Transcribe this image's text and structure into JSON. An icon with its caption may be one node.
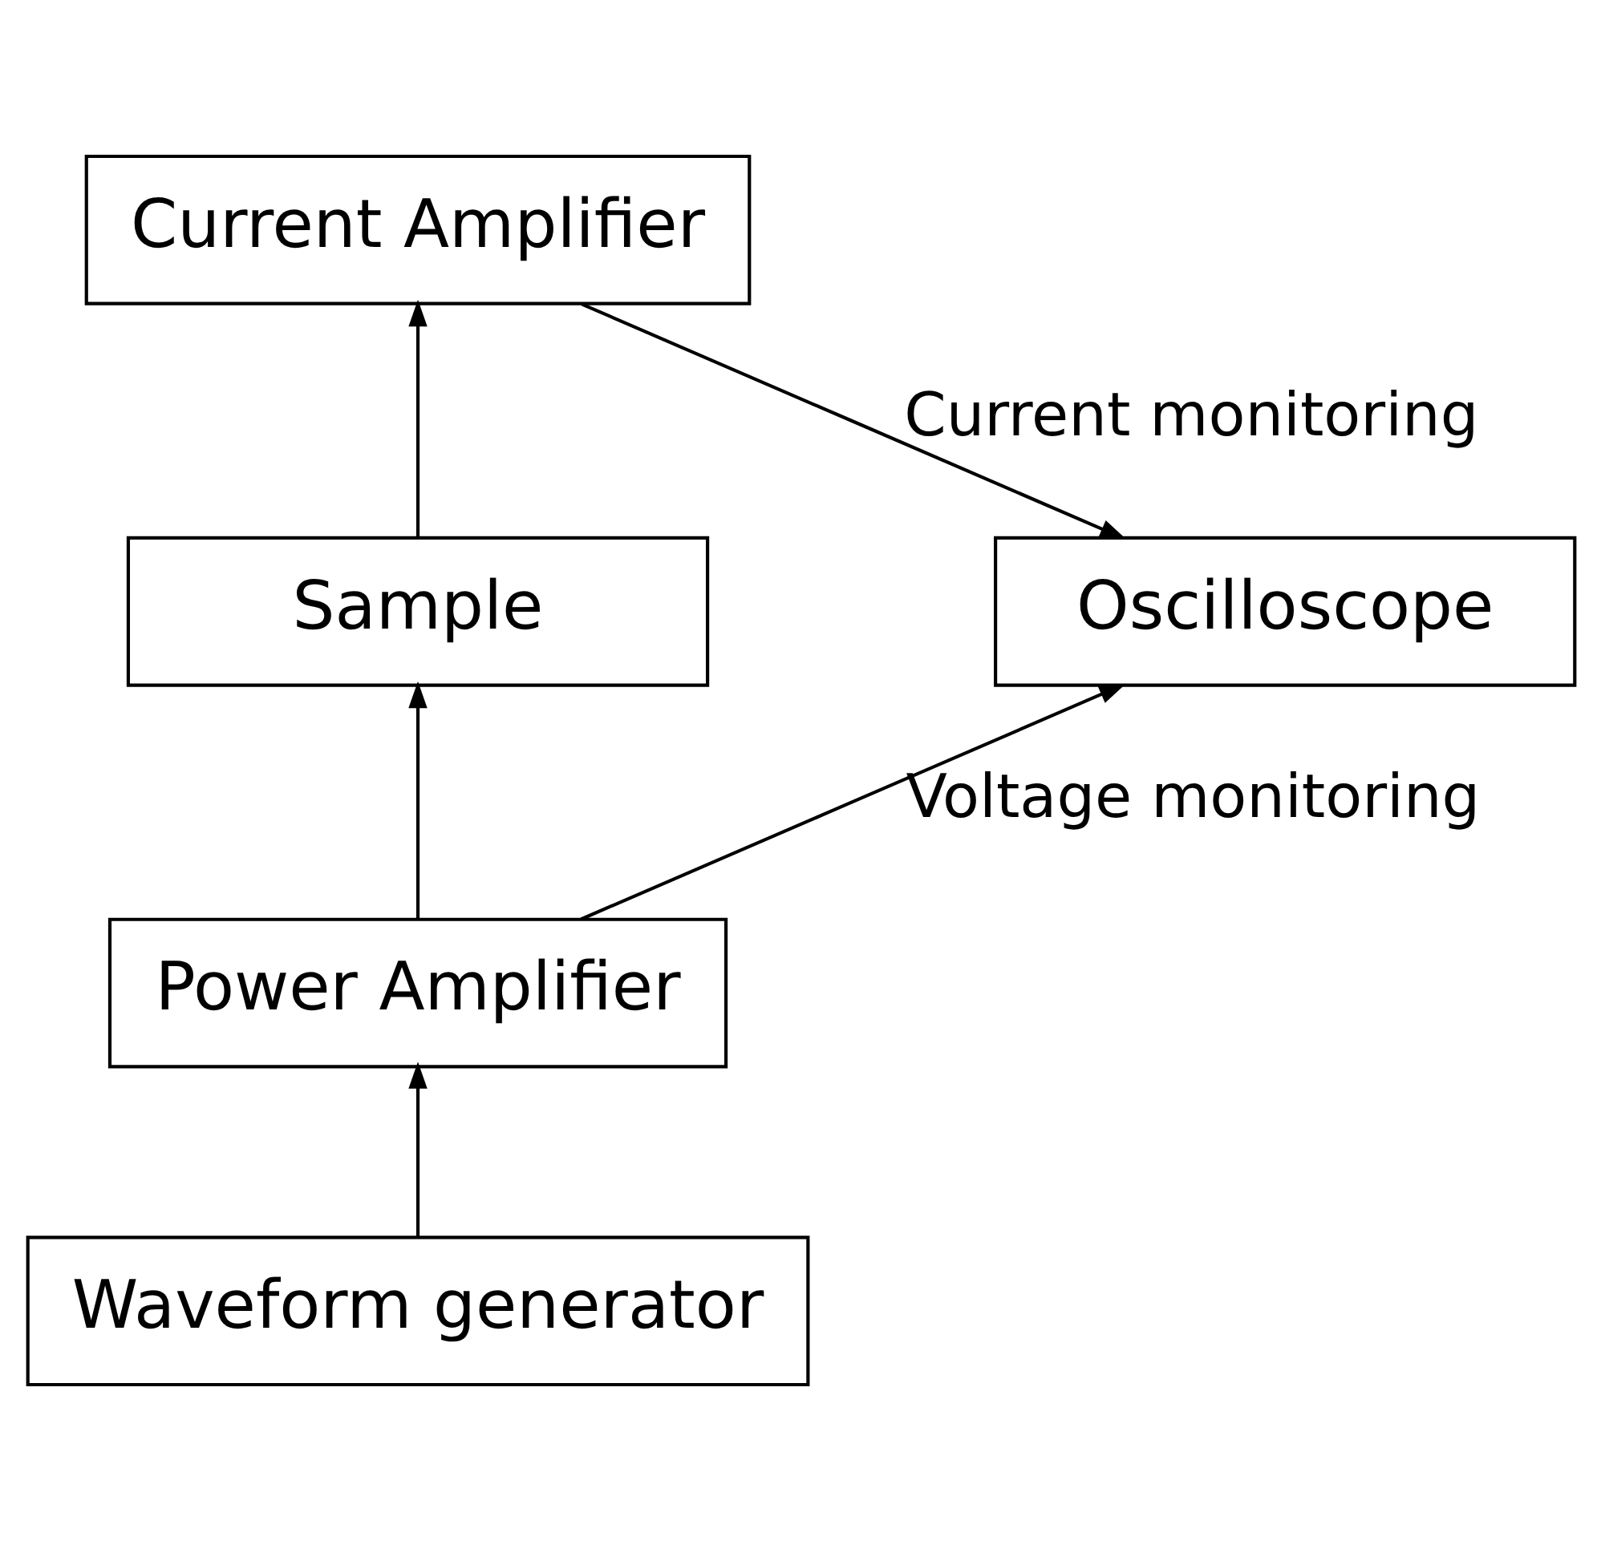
{
  "diagram": {
    "nodes": [
      {
        "text": [
          "Current Amplifier"
        ]
      },
      {
        "text": [
          "Sample"
        ]
      },
      {
        "text": [
          "Oscilloscope"
        ]
      },
      {
        "text": [
          "Power Amplifier"
        ]
      },
      {
        "text": [
          "Waveform generator"
        ]
      }
    ],
    "edges": [
      {
        "from": 4,
        "to": 3,
        "arrow": "to"
      },
      {
        "from": 3,
        "to": 1,
        "arrow": "to"
      },
      {
        "from": 1,
        "to": 0,
        "arrow": "to"
      },
      {
        "from": 0,
        "to": 2,
        "arrow": "to",
        "label": "Current monitoring"
      },
      {
        "from": 3,
        "to": 2,
        "arrow": "to",
        "label": "Voltage monitoring"
      }
    ]
  }
}
